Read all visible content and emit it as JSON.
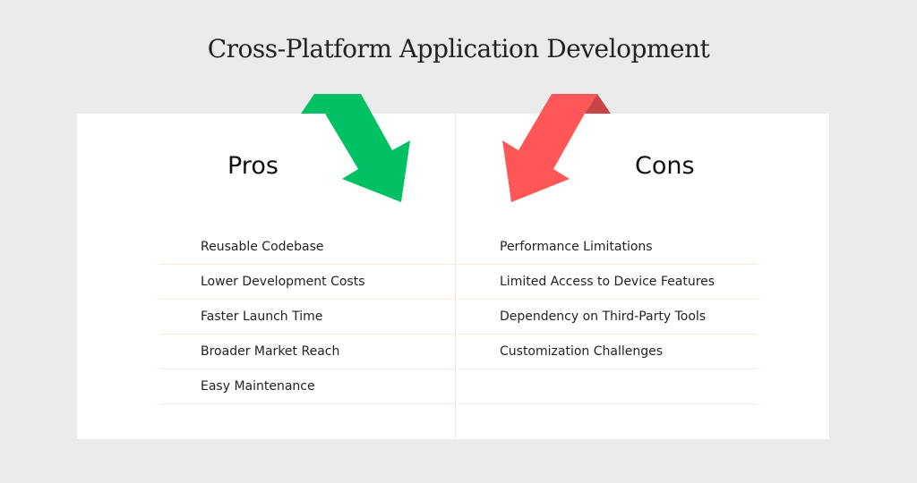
{
  "title": "Cross-Platform Application Development",
  "pros": {
    "heading": "Pros",
    "items": [
      "Reusable Codebase",
      "Lower Development Costs",
      "Faster Launch Time",
      "Broader Market Reach",
      "Easy Maintenance"
    ]
  },
  "cons": {
    "heading": "Cons",
    "items": [
      "Performance Limitations",
      "Limited Access to Device Features",
      "Dependency on Third-Party Tools",
      "Customization Challenges",
      ""
    ]
  },
  "colors": {
    "pro": "#00c064",
    "con": "#ff5757",
    "con_shadow": "#c94444"
  }
}
